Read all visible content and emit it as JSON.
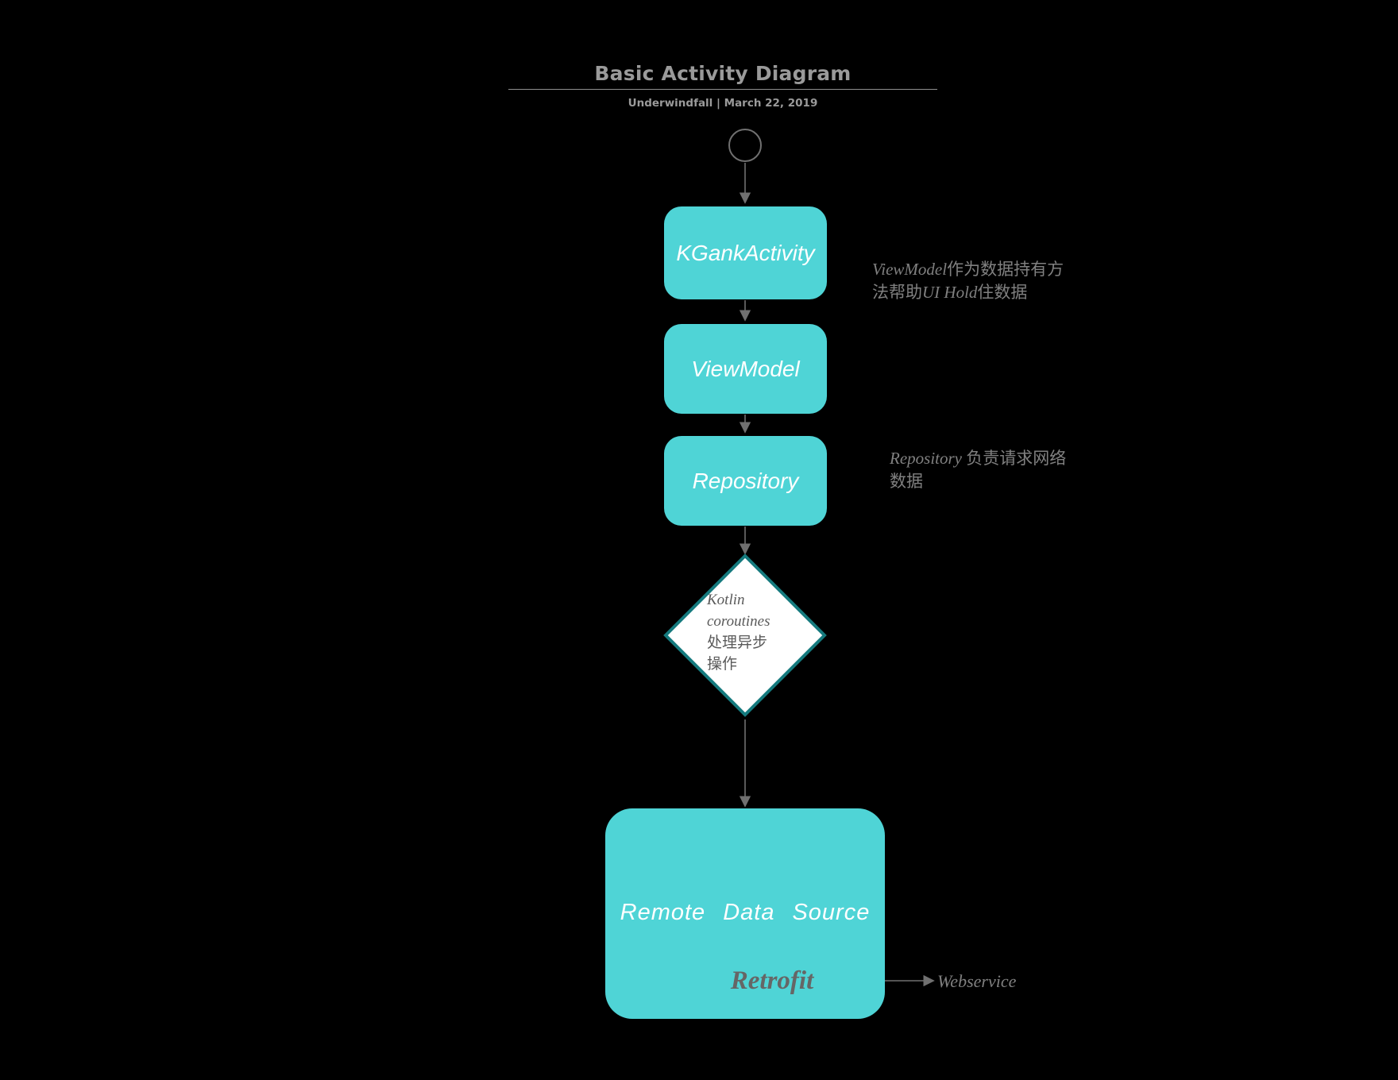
{
  "header": {
    "title": "Basic Activity Diagram",
    "subtitle": "Underwindfall  |  March 22, 2019"
  },
  "colors": {
    "node_fill": "#4FD4D6",
    "diamond_stroke": "#157A7E",
    "diamond_fill": "#FFFFFF",
    "arrow": "#707070",
    "text_muted": "#808080",
    "node_text": "#FFFFFF",
    "background": "#000000",
    "retrofit_text": "#666666"
  },
  "nodes": {
    "start": {
      "label": "",
      "shape": "circle"
    },
    "activity": {
      "label": "KGankActivity",
      "shape": "rounded-rect"
    },
    "viewmodel": {
      "label": "ViewModel",
      "shape": "rounded-rect"
    },
    "repository": {
      "label": "Repository",
      "shape": "rounded-rect"
    },
    "decision": {
      "shape": "diamond",
      "line1": "Kotlin",
      "line2": "coroutines",
      "line3": "处理异步",
      "line4": "操作"
    },
    "remote_data_source": {
      "shape": "rounded-rect",
      "word1": "Remote",
      "word2": "Data",
      "word3": "Source",
      "library": "Retrofit"
    }
  },
  "annotations": {
    "viewmodel_note": {
      "latin": "ViewModel",
      "line1_tail": "作为数据持",
      "line2_pre": "有方法帮助",
      "line2_latin": "UI Hold",
      "line2_tail": "住数",
      "line3": "据"
    },
    "repository_note": {
      "latin": "Repository",
      "line1_tail": " 负责请求网",
      "line2": "络数据"
    },
    "webservice": "Webservice"
  },
  "edges": [
    {
      "from": "start",
      "to": "activity"
    },
    {
      "from": "activity",
      "to": "viewmodel"
    },
    {
      "from": "viewmodel",
      "to": "repository"
    },
    {
      "from": "repository",
      "to": "decision"
    },
    {
      "from": "decision",
      "to": "remote_data_source"
    },
    {
      "from": "remote_data_source",
      "to": "webservice"
    }
  ]
}
